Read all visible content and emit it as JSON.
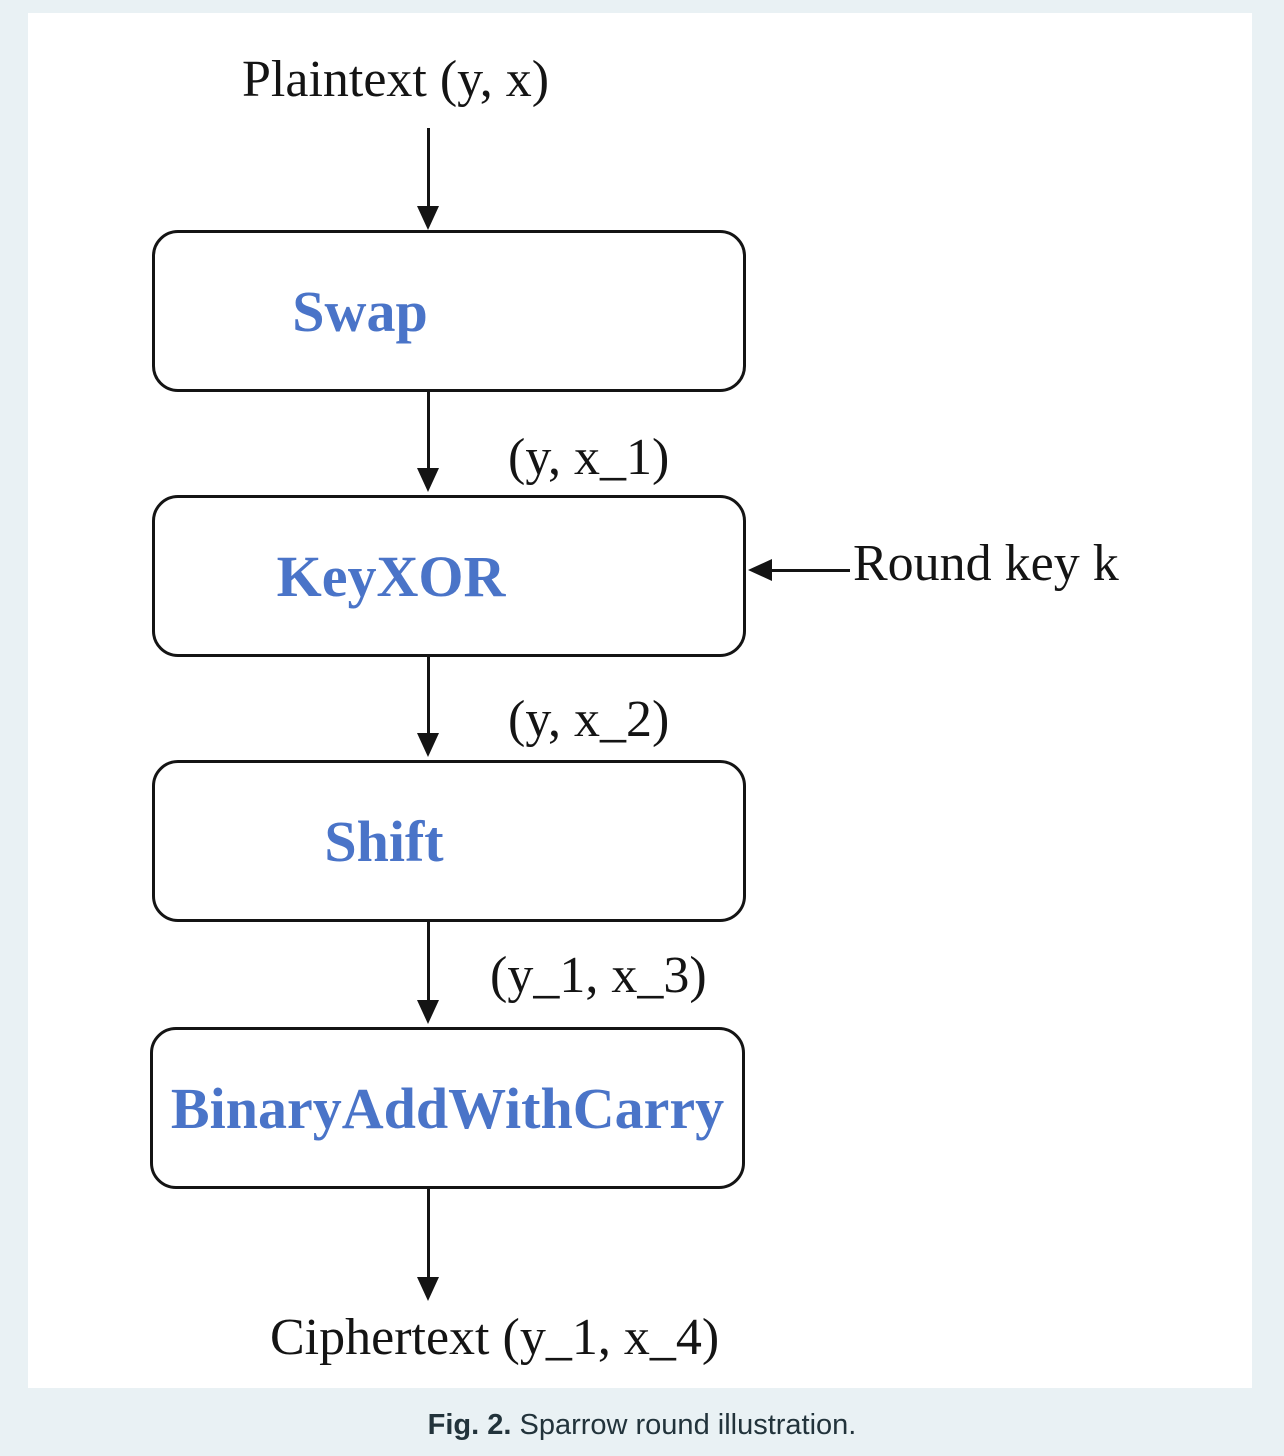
{
  "figure": {
    "input_label": "Plaintext (y, x)",
    "nodes": [
      {
        "label": "Swap"
      },
      {
        "label": "KeyXOR"
      },
      {
        "label": "Shift"
      },
      {
        "label": "BinaryAddWithCarry"
      }
    ],
    "edge_labels": [
      "(y, x_1)",
      "(y, x_2)",
      "(y_1, x_3)"
    ],
    "key_input_label": "Round key k",
    "output_label": "Ciphertext (y_1, x_4)",
    "colors": {
      "node_text": "#4a74c8",
      "line": "#141414",
      "page_background": "#e9f1f4",
      "panel_background": "#ffffff",
      "caption_text": "#22333b"
    }
  },
  "caption": {
    "prefix": "Fig. 2.",
    "rest": " Sparrow round illustration."
  }
}
